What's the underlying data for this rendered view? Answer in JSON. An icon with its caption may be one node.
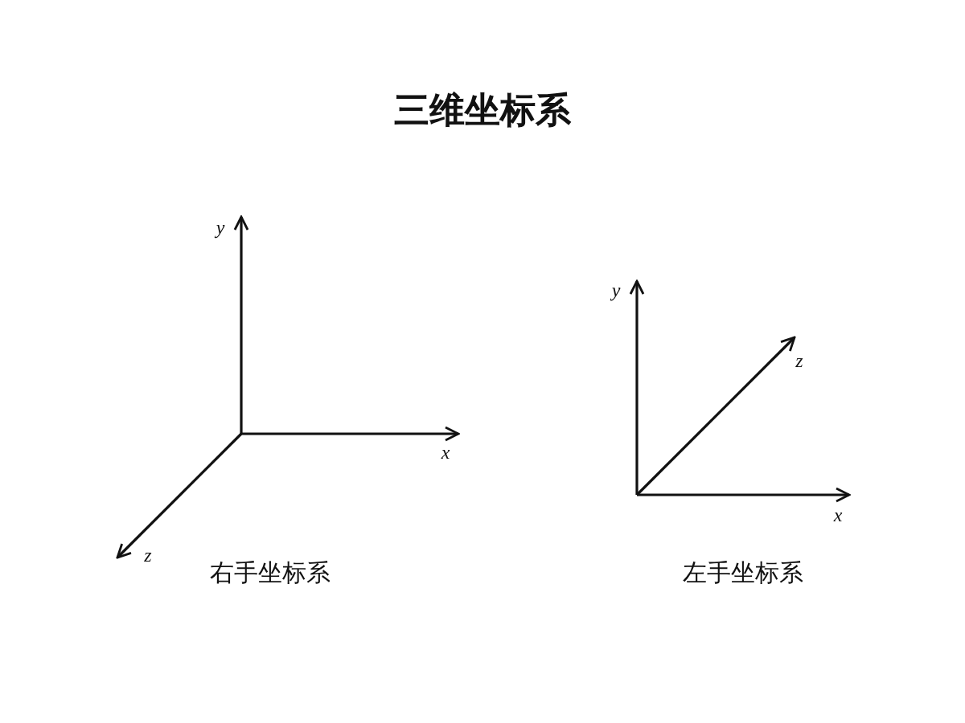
{
  "diagram": {
    "title": "三维坐标系",
    "labels": [
      "y",
      "x",
      "z",
      "右手坐标系",
      "y",
      "z",
      "x",
      "左手坐标系"
    ]
  }
}
